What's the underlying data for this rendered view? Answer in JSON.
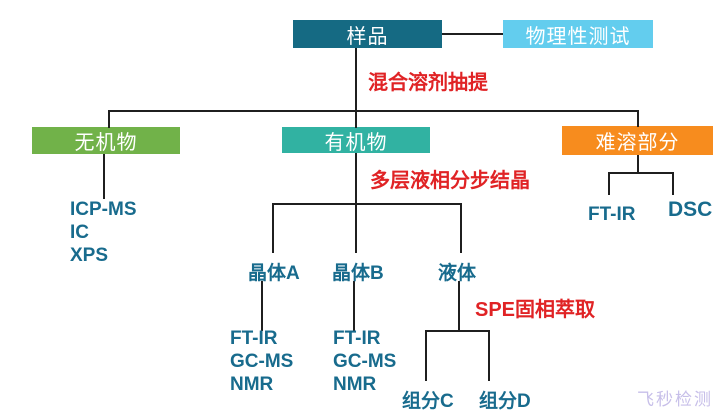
{
  "nodes": {
    "sample": "样品",
    "physical_test": "物理性测试",
    "inorganic": "无机物",
    "organic": "有机物",
    "insoluble": "难溶部分",
    "crystal_a": "晶体A",
    "crystal_b": "晶体B",
    "liquid": "液体",
    "fraction_c": "组分C",
    "fraction_d": "组分D"
  },
  "processes": {
    "extraction": "混合溶剂抽提",
    "crystallization": "多层液相分步结晶",
    "spe": "SPE固相萃取"
  },
  "methods": {
    "inorganic": [
      "ICP-MS",
      "IC",
      "XPS"
    ],
    "crystal_a": [
      "FT-IR",
      "GC-MS",
      "NMR"
    ],
    "crystal_b": [
      "FT-IR",
      "GC-MS",
      "NMR"
    ],
    "insoluble_ftir": "FT-IR",
    "insoluble_dsc": "DSC"
  },
  "watermark": "飞秒检测",
  "palette": {
    "sample_box": "#156a83",
    "physical_box": "#63cdee",
    "inorganic_box": "#71b249",
    "organic_box": "#31b2a2",
    "insoluble_box": "#f78c1e",
    "label_text": "#186b8d",
    "process_text": "#e02325",
    "line": "#1f1f1f",
    "watermark": "#c7bfe9"
  }
}
